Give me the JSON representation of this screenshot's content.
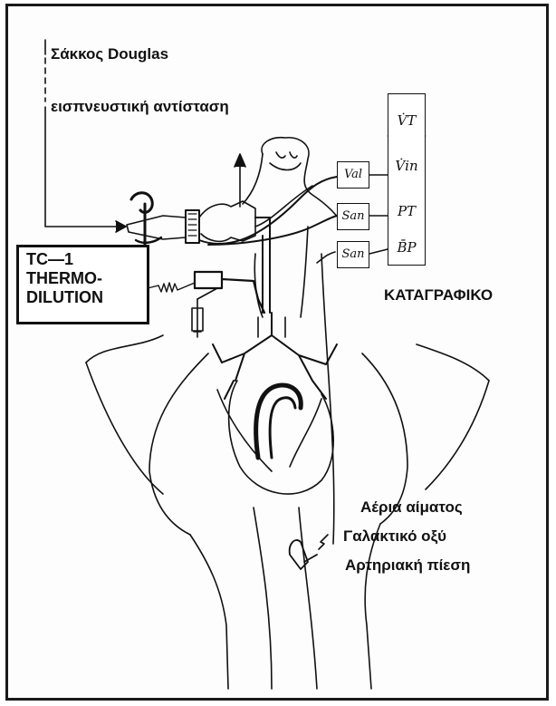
{
  "labels": {
    "douglas_bag": "Σάκκος Douglas",
    "inspiratory_resistance": "εισπνευστική αντίσταση",
    "recorder": "ΚΑΤΑΓΡΑΦΙΚΟ",
    "blood_gases": "Αέρια αίματος",
    "lactic_acid": "Γαλακτικό οξύ",
    "arterial_pressure": "Αρτηριακή πίεση"
  },
  "thermodilution": {
    "line1": "TC—1",
    "line2": "THERMO-",
    "line3": "DILUTION"
  },
  "transducers": [
    {
      "label": "Val"
    },
    {
      "label": "San"
    },
    {
      "label": "San"
    }
  ],
  "recorder_channels": [
    {
      "label": "V̇T"
    },
    {
      "label": "V̇in"
    },
    {
      "label": "PT"
    },
    {
      "label": "B̄P"
    }
  ]
}
